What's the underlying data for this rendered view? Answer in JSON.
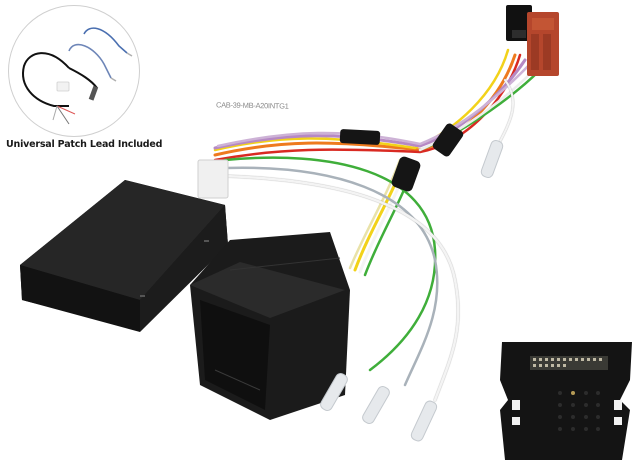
{
  "image": {
    "subject": "Steering wheel control interface harness",
    "background_color": "#ffffff"
  },
  "inset": {
    "caption": "Universal Patch Lead Included",
    "items": [
      "black-jack-lead",
      "blue-patch-wires",
      "white-connector-plug"
    ]
  },
  "product_label": {
    "part_number": "CAB-39-MB-A20INTG1"
  },
  "components": {
    "interface_box": {
      "color": "#1c1c1c"
    },
    "iso_connector_black": {
      "color": "#111111"
    },
    "iso_connector_red": {
      "color": "#b5462c"
    },
    "quadlock_connector": {
      "color": "#1b1b1b"
    },
    "quadlock_face_inset": {
      "color": "#141414"
    },
    "spade_terminals": {
      "count": 4,
      "color": "#e6e9ec"
    }
  },
  "wire_colors": {
    "orange": "#ee7a1e",
    "red": "#d92a22",
    "yellow": "#f2d21a",
    "green": "#3fae3a",
    "white": "#f4f4f4",
    "grey": "#a9b2ba",
    "violet": "#b689c4",
    "black_sleeve": "#151515"
  }
}
